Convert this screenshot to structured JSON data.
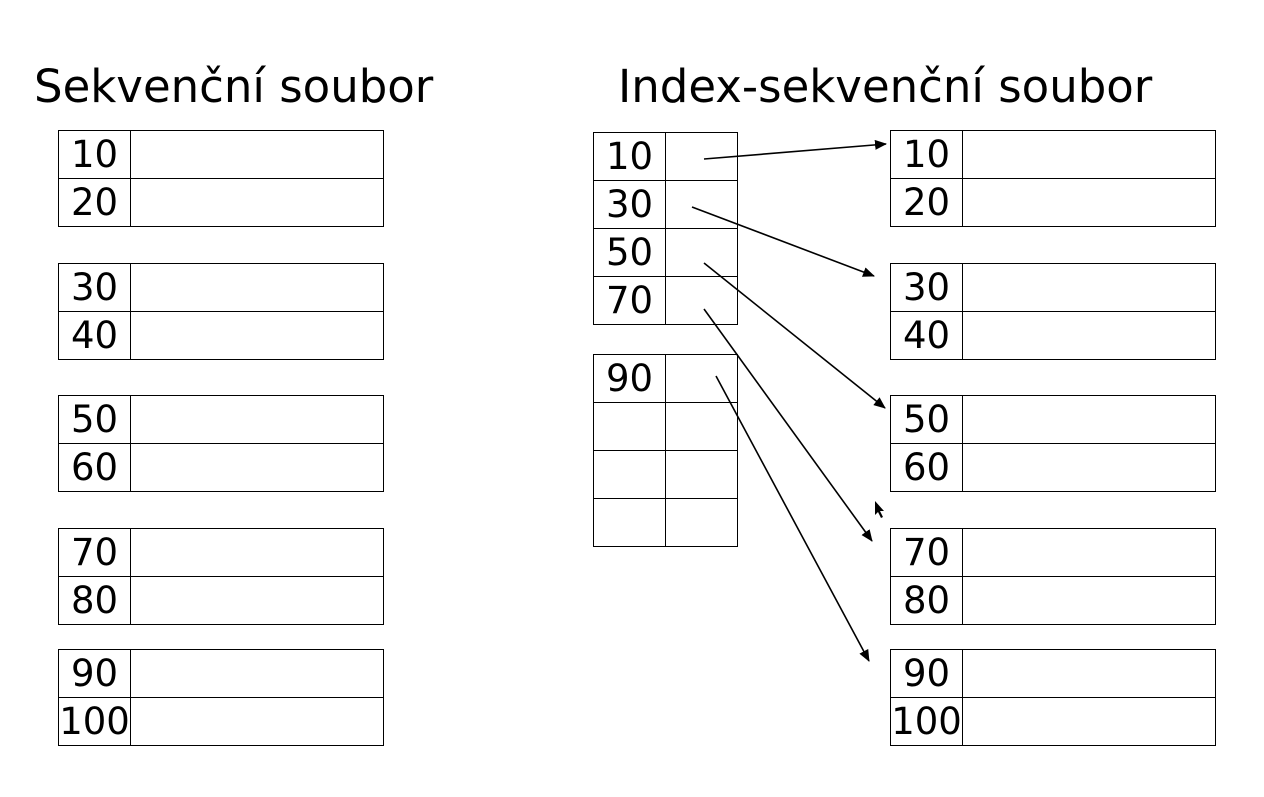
{
  "left": {
    "title": "Sekvenční soubor",
    "blocks": [
      [
        "10",
        "20"
      ],
      [
        "30",
        "40"
      ],
      [
        "50",
        "60"
      ],
      [
        "70",
        "80"
      ],
      [
        "90",
        "100"
      ]
    ]
  },
  "right": {
    "title": "Index-sekvenční soubor",
    "index_blocks": [
      [
        "10",
        "30",
        "50",
        "70"
      ],
      [
        "90",
        "",
        "",
        ""
      ]
    ],
    "data_blocks": [
      [
        "10",
        "20"
      ],
      [
        "30",
        "40"
      ],
      [
        "50",
        "60"
      ],
      [
        "70",
        "80"
      ],
      [
        "90",
        "100"
      ]
    ]
  }
}
